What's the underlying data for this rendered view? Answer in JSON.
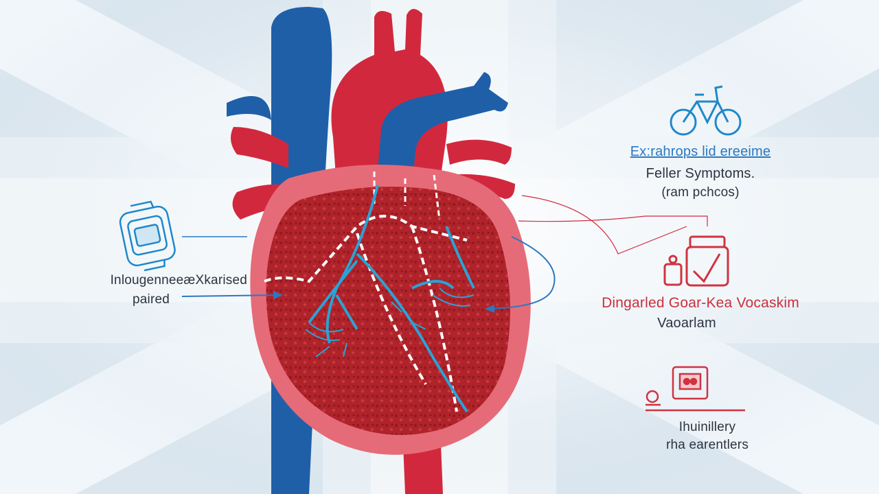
{
  "colors": {
    "background": "#dfe9f1",
    "flag_light": "#f4f8fb",
    "vein_blue": "#1f5fa8",
    "artery_red": "#d2283e",
    "muscle_dark": "#a91b22",
    "heart_outer": "#e66b78",
    "vessel_cyan": "#2aa3d6",
    "text_dark": "#2b3340",
    "text_red": "#c9303c",
    "icon_blue": "#1e88c9",
    "icon_red": "#cf3340"
  },
  "icons": {
    "top_right": "bicycle-icon",
    "left": "wearable-monitor-icon",
    "mid_right": "medicine-jar-icon",
    "bottom_right": "medical-device-icon"
  },
  "labels": {
    "left": {
      "line1": "InlougenneeæXkarised",
      "line2": "paired"
    },
    "top_right": {
      "line1": "Ex:rahrops lid ereeime",
      "line2": "Feller Symptoms.",
      "line3": "(ram pchcos)"
    },
    "mid_right": {
      "line1": "Dingarled Goar-Kea Vocaskim",
      "line2": "Vaoarlam"
    },
    "bottom_right": {
      "line1": "Ihuinillery",
      "line2": "rha earentlers"
    }
  }
}
